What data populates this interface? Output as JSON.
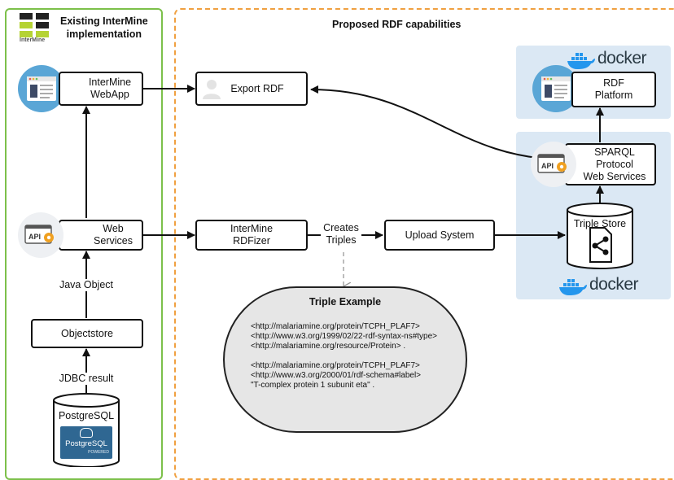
{
  "left_region": {
    "title_line1": "Existing InterMine",
    "title_line2": "implementation",
    "logo_text": "InterMine"
  },
  "right_region": {
    "title": "Proposed RDF capabilities"
  },
  "nodes": {
    "webapp": "InterMine\nWebApp",
    "webservices": "Web Services",
    "objectstore": "Objectstore",
    "postgres": "PostgreSQL",
    "postgres_logo_main": "PostgreSQL",
    "postgres_logo_sub": "POWERED",
    "export_rdf": "Export RDF",
    "rdfizer": "InterMine\nRDFizer",
    "upload": "Upload System",
    "triple_store": "Triple Store",
    "sparql": "SPARQL Protocol\nWeb Services",
    "rdf_platform": "RDF\nPlatform"
  },
  "edge_labels": {
    "java_object": "Java Object",
    "jdbc_result": "JDBC result",
    "creates_triples": "Creates\nTriples"
  },
  "icons": {
    "api_label": "API",
    "docker_word": "docker"
  },
  "triple_example": {
    "title": "Triple Example",
    "lines": [
      "<http://malariamine.org/protein/TCPH_PLAF7>",
      "<http://www.w3.org/1999/02/22-rdf-syntax-ns#type>",
      "<http://malariamine.org/resource/Protein> .",
      "",
      "<http://malariamine.org/protein/TCPH_PLAF7>",
      "<http://www.w3.org/2000/01/rdf-schema#label>",
      "\"T-complex protein 1 subunit eta\" ."
    ]
  },
  "colors": {
    "left_border": "#7cc04a",
    "right_border": "#f0a040",
    "panel_blue": "#dbe8f4",
    "docker_blue": "#2496ed",
    "icon_circle": "#5aa6d6"
  }
}
